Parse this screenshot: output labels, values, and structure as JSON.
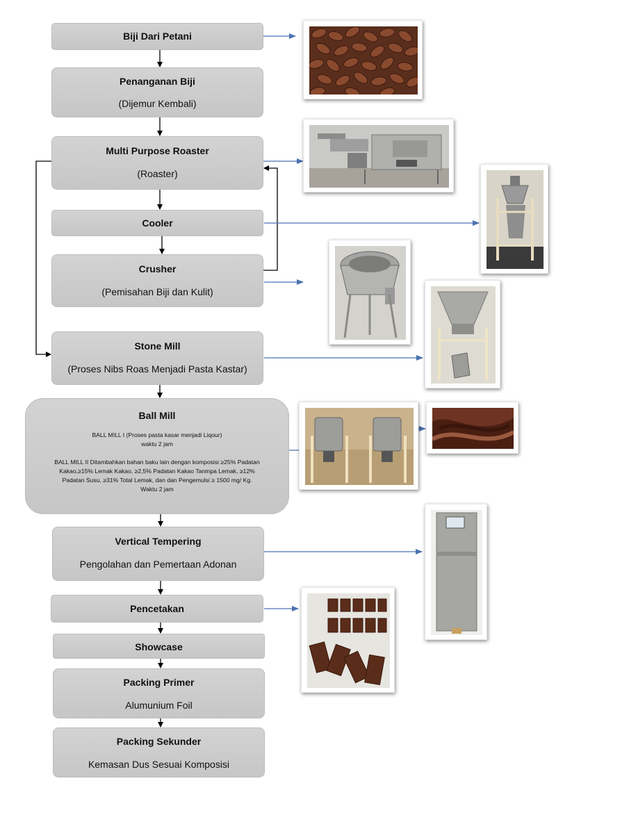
{
  "steps": {
    "biji_petani": {
      "title": "Biji Dari Petani"
    },
    "penanganan": {
      "title": "Penanganan Biji",
      "sub": "(Dijemur Kembali)"
    },
    "roaster": {
      "title": "Multi Purpose Roaster",
      "sub": "(Roaster)"
    },
    "cooler": {
      "title": "Cooler"
    },
    "crusher": {
      "title": "Crusher",
      "sub": "(Pemisahan Biji dan Kulit)"
    },
    "stone_mill": {
      "title": "Stone Mill",
      "sub": "(Proses Nibs Roas Menjadi Pasta Kastar)"
    },
    "ball_mill": {
      "title": "Ball Mill",
      "line1": "BALL MILL I (Proses pasta kasar menjadi Liqour)",
      "line2": "waktu 2 jam",
      "line3": "BALL MILL II Ditambahkan bahan baku lain dengan komposisi ≥25% Padatan",
      "line4": "Kakao,≥15% Lemak Kakao, ≥2,5% Padatan Kakao Tanmpa Lemak, ≥12%",
      "line5": "Padatan Susu, ≥31% Total Lemak, dan  dan Pengemulsi ≥ 1500 mg/ Kg.",
      "line6": "Waktu 2 jam"
    },
    "tempering": {
      "title": "Vertical Tempering",
      "sub": "Pengolahan dan Pemertaan Adonan"
    },
    "pencetakan": {
      "title": "Pencetakan"
    },
    "showcase": {
      "title": "Showcase"
    },
    "packing_primer": {
      "title": "Packing Primer",
      "sub": "Alumunium Foil"
    },
    "packing_sekunder": {
      "title": "Packing Sekunder",
      "sub": "Kemasan Dus Sesuai Komposisi"
    }
  },
  "colors": {
    "box_fill": "#cccccc",
    "arrow_black": "#000000",
    "arrow_blue": "#4a72b0"
  }
}
